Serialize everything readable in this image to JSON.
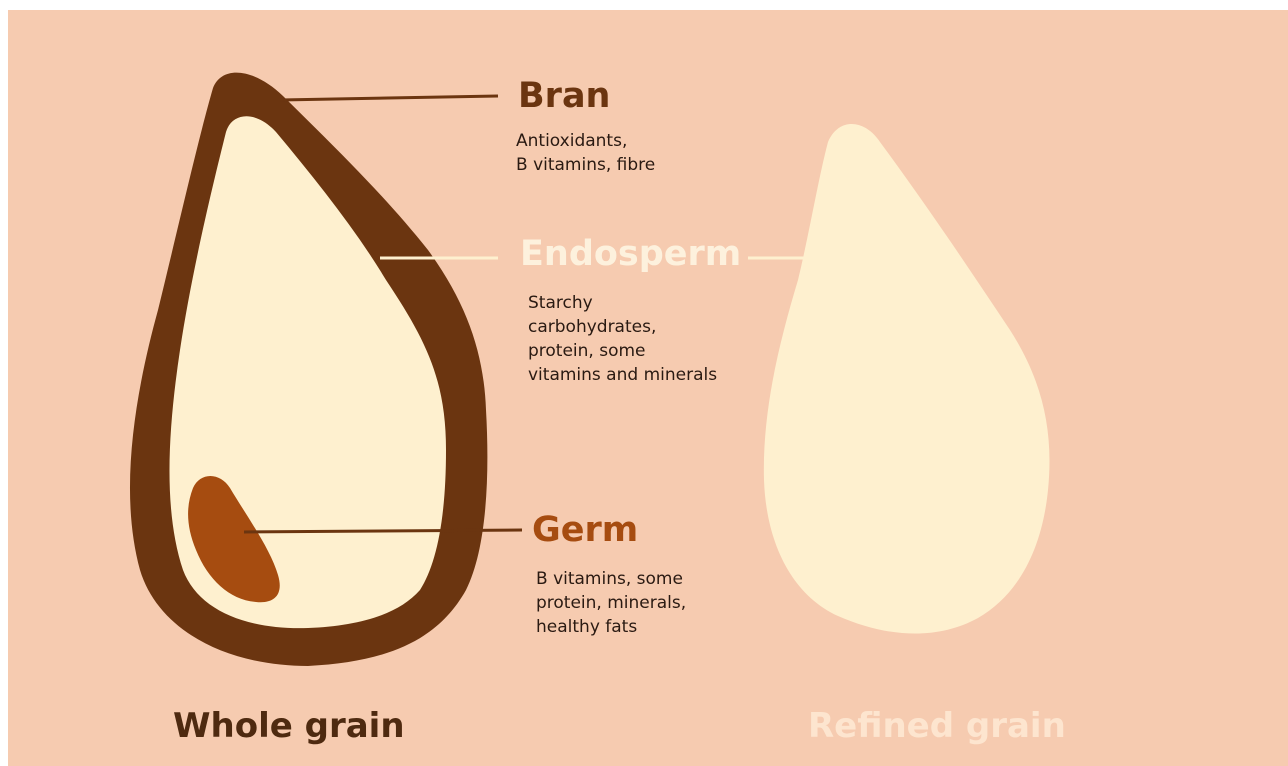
{
  "labels": {
    "bran": {
      "title": "Bran",
      "description": "Antioxidants,\nB vitamins, fibre"
    },
    "endosperm": {
      "title": "Endosperm",
      "description": "Starchy\ncarbohydrates,\nprotein, some\nvitamins and minerals"
    },
    "germ": {
      "title": "Germ",
      "description": "B vitamins, some\nprotein, minerals,\nhealthy fats"
    }
  },
  "captions": {
    "whole": "Whole grain",
    "refined": "Refined grain"
  },
  "colors": {
    "background": "#f6cbb0",
    "bran": "#6b3510",
    "endosperm": "#fef0cf",
    "germ": "#a64c10",
    "bran_text": "#6b3510",
    "germ_text": "#a64c10",
    "endosperm_text": "#fdf1dd",
    "caption_whole": "#4e2a10",
    "caption_refined": "#fde5cf"
  }
}
